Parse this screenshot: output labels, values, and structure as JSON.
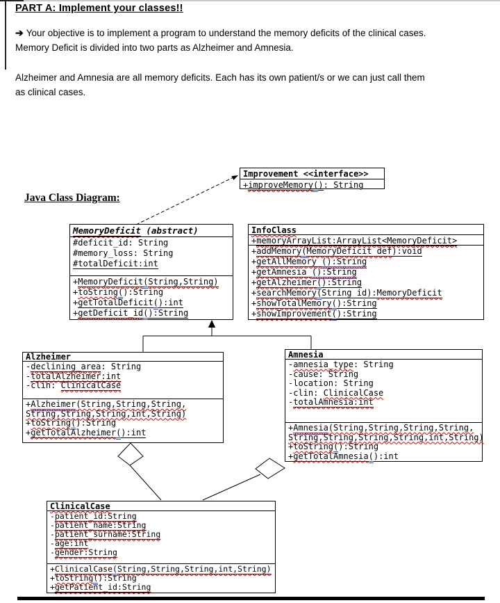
{
  "document": {
    "heading": "PART A: Implement your classes!!",
    "intro_arrow": "➔",
    "intro_lines": [
      "Your objective is to implement a program to understand the memory deficits of the clinical cases.",
      "Memory Deficit is divided into two parts as Alzheimer and Amnesia."
    ],
    "body_lines": [
      "Alzheimer and Amnesia are all memory deficits. Each has its own patient/s or we can just call them",
      "as clinical cases."
    ],
    "diagram_label": "Java Class Diagram:"
  },
  "colors": {
    "text": "#000000",
    "spellcheck_squiggle": "#d40000",
    "grammar_underline": "#2f55c8",
    "background": "#ffffff"
  },
  "diagram": {
    "relationships": [
      {
        "type": "realization-dashed-arrow",
        "from": "MemoryDeficit",
        "to": "Improvement"
      },
      {
        "type": "inheritance",
        "from": "Alzheimer",
        "to": "MemoryDeficit"
      },
      {
        "type": "inheritance",
        "from": "Amnesia",
        "to": "MemoryDeficit"
      },
      {
        "type": "aggregation",
        "from": "Alzheimer",
        "to": "ClinicalCase"
      },
      {
        "type": "aggregation",
        "from": "Amnesia",
        "to": "ClinicalCase"
      }
    ],
    "classes": [
      {
        "key": "improvement",
        "title": [
          {
            "t": "Improvement <<interface>>",
            "s": ""
          }
        ],
        "attributes": [],
        "methods": [
          [
            {
              "t": "+",
              "s": ""
            },
            {
              "t": "improveMemory",
              "s": "u sq"
            },
            {
              "t": "(",
              "s": "u bl"
            },
            {
              "t": ")",
              "s": "u"
            },
            {
              "t": ": String",
              "s": ""
            }
          ]
        ]
      },
      {
        "key": "memorydeficit",
        "title": [
          {
            "t": "MemoryDeficit",
            "s": "u sq"
          },
          {
            "t": " (abstract)",
            "s": ""
          }
        ],
        "attributes": [
          [
            {
              "t": "#deficit_id: String",
              "s": ""
            }
          ],
          [
            {
              "t": "#memory_loss: String",
              "s": ""
            }
          ],
          [
            {
              "t": "#totalDeficit:int",
              "s": "u"
            }
          ]
        ],
        "methods": [
          [
            {
              "t": "+",
              "s": ""
            },
            {
              "t": "MemoryDeficit",
              "s": "u sq"
            },
            {
              "t": "(",
              "s": "u bl"
            },
            {
              "t": "String,String)",
              "s": "u sq"
            }
          ],
          [
            {
              "t": "+",
              "s": ""
            },
            {
              "t": "toString",
              "s": "sq"
            },
            {
              "t": "(",
              "s": "bl"
            },
            {
              "t": "):String",
              "s": ""
            }
          ],
          [
            {
              "t": "+",
              "s": ""
            },
            {
              "t": "getTotalDeficit",
              "s": "u"
            },
            {
              "t": "(",
              "s": "u bl"
            },
            {
              "t": "):int",
              "s": "u"
            }
          ],
          [
            {
              "t": "+",
              "s": ""
            },
            {
              "t": "getDeficit_id",
              "s": "u sq"
            },
            {
              "t": "(",
              "s": "u bl"
            },
            {
              "t": "):String",
              "s": "u"
            }
          ]
        ]
      },
      {
        "key": "infoclass",
        "title": [
          {
            "t": "InfoClass",
            "s": "sq"
          }
        ],
        "attributes": [
          [
            {
              "t": "+",
              "s": ""
            },
            {
              "t": "memoryArrayList:ArrayList<MemoryDeficit>",
              "s": "u sq"
            }
          ]
        ],
        "methods": [
          [
            {
              "t": "+",
              "s": ""
            },
            {
              "t": "addMemory",
              "s": "u sq"
            },
            {
              "t": "(",
              "s": "u bl"
            },
            {
              "t": "MemoryDeficit def",
              "s": "u sq"
            },
            {
              "t": "):void",
              "s": "u"
            }
          ],
          [
            {
              "t": "+",
              "s": ""
            },
            {
              "t": "getAllMemory ",
              "s": "u sq"
            },
            {
              "t": "():String",
              "s": "bl sq"
            }
          ],
          [
            {
              "t": "+",
              "s": ""
            },
            {
              "t": "getAmnesia ",
              "s": "u sq"
            },
            {
              "t": "():String",
              "s": "bl sq"
            }
          ],
          [
            {
              "t": "+",
              "s": ""
            },
            {
              "t": "getAlzheimer",
              "s": "u sq"
            },
            {
              "t": "(",
              "s": "u bl"
            },
            {
              "t": "):String",
              "s": "u"
            }
          ],
          [
            {
              "t": "+",
              "s": ""
            },
            {
              "t": "searchMemory",
              "s": "u sq"
            },
            {
              "t": "(",
              "s": "u bl"
            },
            {
              "t": "String id):",
              "s": "u"
            },
            {
              "t": "MemoryDeficit",
              "s": "u sq"
            }
          ],
          [
            {
              "t": "+",
              "s": ""
            },
            {
              "t": "showTotalMemory",
              "s": "u sq"
            },
            {
              "t": "(",
              "s": "u bl"
            },
            {
              "t": "):String",
              "s": "u"
            }
          ],
          [
            {
              "t": "+",
              "s": ""
            },
            {
              "t": "showImprovement",
              "s": "u sq"
            },
            {
              "t": "(",
              "s": "u bl"
            },
            {
              "t": "):String",
              "s": "u"
            }
          ]
        ]
      },
      {
        "key": "alzheimer",
        "title": [
          {
            "t": "Alzheimer",
            "s": ""
          }
        ],
        "attributes": [
          [
            {
              "t": "-",
              "s": ""
            },
            {
              "t": "declining_area",
              "s": "u sq"
            },
            {
              "t": ": String",
              "s": ""
            }
          ],
          [
            {
              "t": "-",
              "s": ""
            },
            {
              "t": "totalAlzheimer:int",
              "s": "u sq"
            }
          ],
          [
            {
              "t": "-clin: ",
              "s": ""
            },
            {
              "t": "ClinicalCase",
              "s": "u sq"
            }
          ]
        ],
        "methods": [
          [
            {
              "t": "+",
              "s": ""
            },
            {
              "t": "Alzheimer",
              "s": "bl sq"
            },
            {
              "t": "(String,String,String,",
              "s": "sq"
            }
          ],
          [
            {
              "t": "String,String,String,int,String)",
              "s": "sq"
            }
          ],
          [
            {
              "t": "+",
              "s": ""
            },
            {
              "t": "toString",
              "s": "sq"
            },
            {
              "t": "(",
              "s": "bl"
            },
            {
              "t": "):String",
              "s": ""
            }
          ],
          [
            {
              "t": "+",
              "s": ""
            },
            {
              "t": "getTotalAlzheimer",
              "s": "u sq"
            },
            {
              "t": "(",
              "s": "u bl"
            },
            {
              "t": "):int",
              "s": "u"
            }
          ]
        ]
      },
      {
        "key": "amnesia",
        "title": [
          {
            "t": "Amnesia",
            "s": ""
          }
        ],
        "attributes": [
          [
            {
              "t": "-",
              "s": ""
            },
            {
              "t": "amnesia_type",
              "s": "sq"
            },
            {
              "t": ": String",
              "s": ""
            }
          ],
          [
            {
              "t": "-cause: String",
              "s": ""
            }
          ],
          [
            {
              "t": "-location: String",
              "s": ""
            }
          ],
          [
            {
              "t": "-clin: ",
              "s": ""
            },
            {
              "t": "ClinicalCase",
              "s": "sq"
            }
          ],
          [
            {
              "t": "-",
              "s": ""
            },
            {
              "t": "totalAmnesia:int",
              "s": "u sq"
            }
          ]
        ],
        "methods": [
          [
            {
              "t": "+",
              "s": ""
            },
            {
              "t": "Amnesia",
              "s": "bl sq"
            },
            {
              "t": "(String,String,String,String,",
              "s": "sq"
            }
          ],
          [
            {
              "t": "String,String,String,String,int,String)",
              "s": "sq"
            }
          ],
          [
            {
              "t": "+",
              "s": ""
            },
            {
              "t": "toString",
              "s": "sq"
            },
            {
              "t": "(",
              "s": "bl"
            },
            {
              "t": "):String",
              "s": ""
            }
          ],
          [
            {
              "t": "+",
              "s": ""
            },
            {
              "t": "getTotalAmnesia",
              "s": "u sq"
            },
            {
              "t": "(",
              "s": "u bl"
            },
            {
              "t": "):int",
              "s": "u"
            }
          ]
        ]
      },
      {
        "key": "clinicalcase",
        "title": [
          {
            "t": "ClinicalCase",
            "s": "sq"
          }
        ],
        "attributes": [
          [
            {
              "t": "-",
              "s": ""
            },
            {
              "t": "patient_id:String",
              "s": "u sq"
            }
          ],
          [
            {
              "t": "-",
              "s": ""
            },
            {
              "t": "patient_name:String",
              "s": "u sq"
            }
          ],
          [
            {
              "t": "-",
              "s": ""
            },
            {
              "t": "patient_surname:String",
              "s": "u sq"
            }
          ],
          [
            {
              "t": "-",
              "s": ""
            },
            {
              "t": "age:int",
              "s": "u sq"
            }
          ],
          [
            {
              "t": "-",
              "s": ""
            },
            {
              "t": "gender:String",
              "s": "u sq"
            }
          ]
        ],
        "methods": [
          [
            {
              "t": "+",
              "s": ""
            },
            {
              "t": "ClinicalCase",
              "s": "u sq"
            },
            {
              "t": "(",
              "s": "u bl"
            },
            {
              "t": "String,String,String,int,String)",
              "s": "u sq"
            }
          ],
          [
            {
              "t": "+",
              "s": ""
            },
            {
              "t": "toString",
              "s": "sq"
            },
            {
              "t": "(",
              "s": "bl"
            },
            {
              "t": "):String",
              "s": ""
            }
          ],
          [
            {
              "t": "+",
              "s": ""
            },
            {
              "t": "getPatient_id:String",
              "s": "u sq"
            }
          ]
        ]
      }
    ]
  }
}
